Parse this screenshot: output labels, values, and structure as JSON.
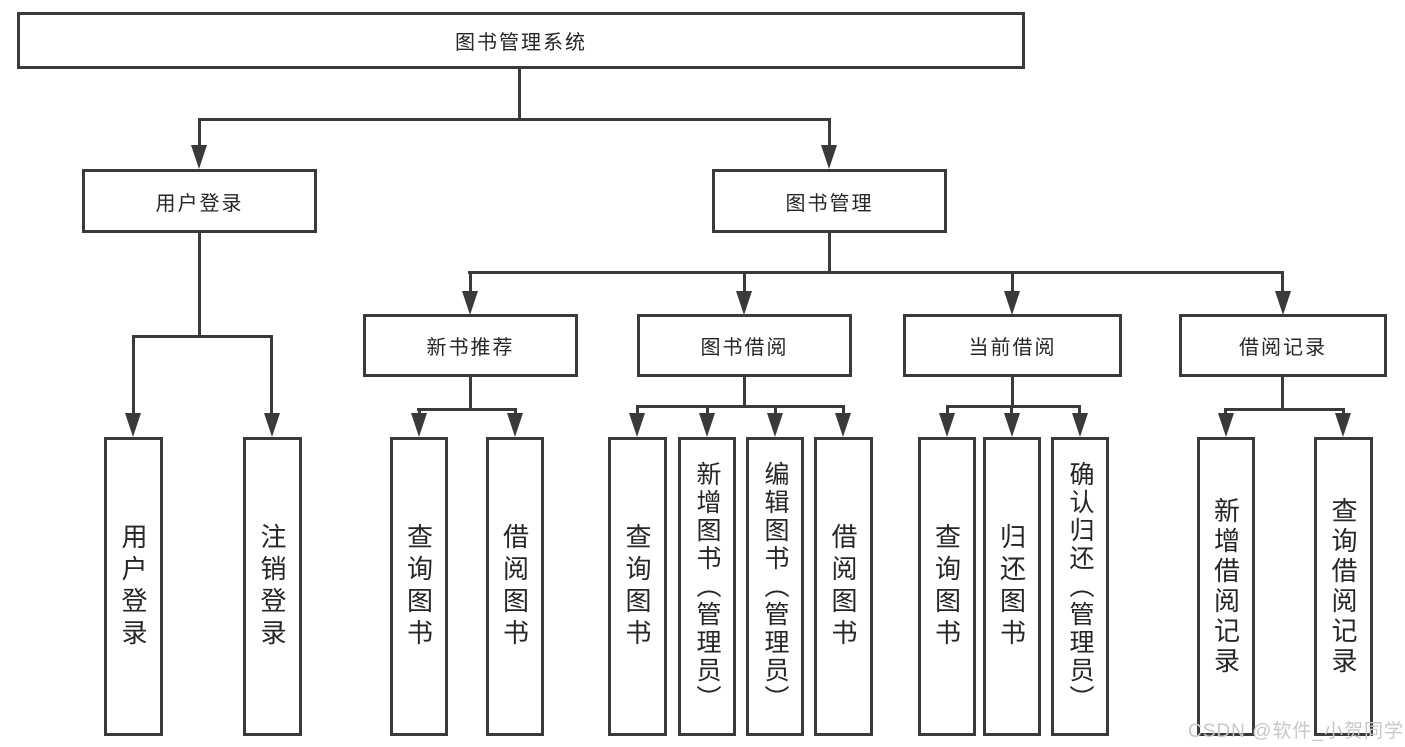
{
  "diagram": {
    "root": {
      "label": "图书管理系统"
    },
    "level1": [
      {
        "label": "用户登录"
      },
      {
        "label": "图书管理"
      }
    ],
    "level2": [
      {
        "label": "新书推荐"
      },
      {
        "label": "图书借阅"
      },
      {
        "label": "当前借阅"
      },
      {
        "label": "借阅记录"
      }
    ],
    "leaves": {
      "user_login": [
        {
          "label": "用户登录"
        },
        {
          "label": "注销登录"
        }
      ],
      "new_books": [
        {
          "label": "查询图书"
        },
        {
          "label": "借阅图书"
        }
      ],
      "book_borrow": [
        {
          "label": "查询图书"
        },
        {
          "label": "新增图书（管理员）"
        },
        {
          "label": "编辑图书（管理员）"
        },
        {
          "label": "借阅图书"
        }
      ],
      "current_borrow": [
        {
          "label": "查询图书"
        },
        {
          "label": "归还图书"
        },
        {
          "label": "确认归还（管理员）"
        }
      ],
      "borrow_records": [
        {
          "label": "新增借阅记录"
        },
        {
          "label": "查询借阅记录"
        }
      ]
    }
  },
  "watermark": {
    "text": "CSDN @软件_小贺同学"
  },
  "colors": {
    "line": "#3a3a3a",
    "text": "#262626",
    "watermark": "#c8c8c8",
    "background": "#ffffff"
  }
}
